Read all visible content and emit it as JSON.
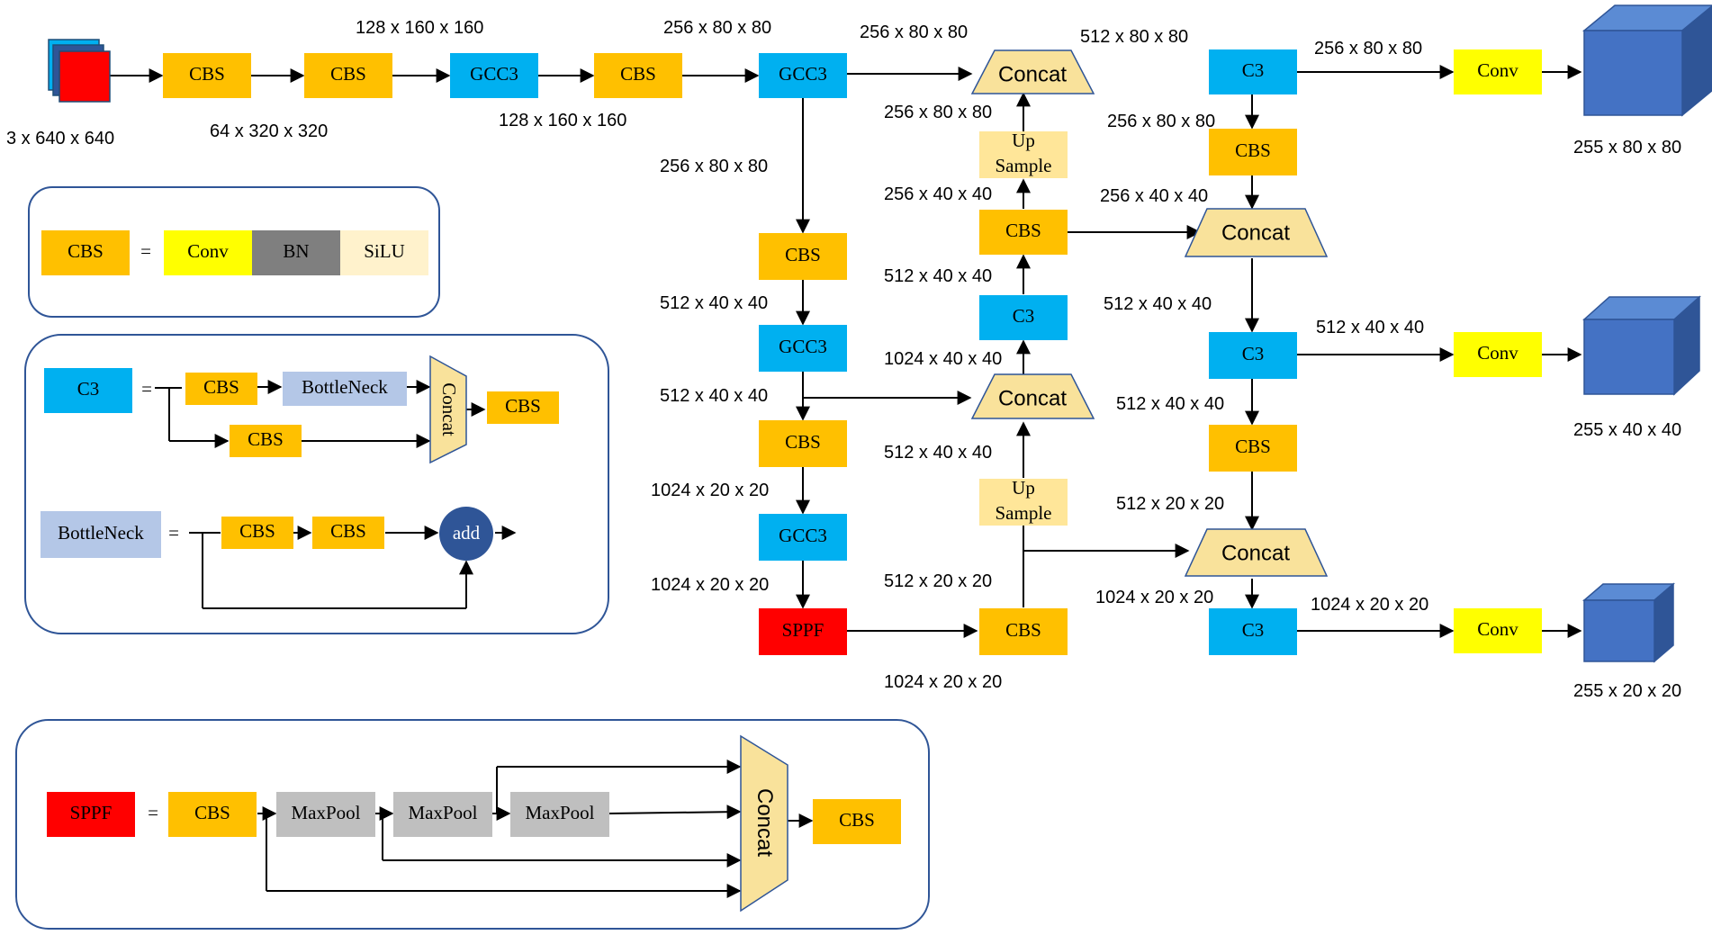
{
  "colors": {
    "cbs": "#FFC000",
    "c3": "#00B0F0",
    "gcc3": "#00B0F0",
    "conv": "#FFFF00",
    "bn": "#7F7F7F",
    "silu": "#FFF2CC",
    "sppf": "#FF0000",
    "upsample": "#FFE699",
    "concat": "#F9E29B",
    "bottleneck": "#B4C7E7",
    "maxpool": "#BFBFBF",
    "add": "#2F5597",
    "cube": "#4472C4",
    "panel_border": "#2F5597"
  },
  "blocks": [
    {
      "id": "cbs1",
      "label": "CBS"
    },
    {
      "id": "cbs2",
      "label": "CBS"
    },
    {
      "id": "gcc3_1",
      "label": "GCC3"
    },
    {
      "id": "cbs3",
      "label": "CBS"
    },
    {
      "id": "gcc3_2",
      "label": "GCC3"
    },
    {
      "id": "cbs4",
      "label": "CBS"
    },
    {
      "id": "gcc3_3",
      "label": "GCC3"
    },
    {
      "id": "cbs5",
      "label": "CBS"
    },
    {
      "id": "gcc3_4",
      "label": "GCC3"
    },
    {
      "id": "sppf_main",
      "label": "SPPF"
    },
    {
      "id": "up1",
      "label": "Up\nSample"
    },
    {
      "id": "cbs_n1",
      "label": "CBS"
    },
    {
      "id": "c3_n1",
      "label": "C3"
    },
    {
      "id": "up2",
      "label": "Up\nSample"
    },
    {
      "id": "cbs_n2",
      "label": "CBS"
    },
    {
      "id": "c3_h1",
      "label": "C3"
    },
    {
      "id": "cbs_h1",
      "label": "CBS"
    },
    {
      "id": "c3_h2",
      "label": "C3"
    },
    {
      "id": "cbs_h2",
      "label": "CBS"
    },
    {
      "id": "c3_h3",
      "label": "C3"
    },
    {
      "id": "conv1",
      "label": "Conv"
    },
    {
      "id": "conv2",
      "label": "Conv"
    },
    {
      "id": "conv3",
      "label": "Conv"
    }
  ],
  "concats": [
    {
      "id": "concat1",
      "label": "Concat"
    },
    {
      "id": "concat2",
      "label": "Concat"
    },
    {
      "id": "concat3",
      "label": "Concat"
    },
    {
      "id": "concat4",
      "label": "Concat"
    }
  ],
  "dims": [
    "3 x 640 x 640",
    "128 x 160 x 160",
    "64 x 320 x 320",
    "128 x 160 x 160",
    "256 x 80 x 80",
    "256 x 80 x 80",
    "256 x 80 x 80",
    "512 x 40 x 40",
    "512 x 40 x 40",
    "1024 x 20 x 20",
    "1024 x 20 x 20",
    "256 x 80 x 80",
    "256 x 40 x 40",
    "512 x 40 x 40",
    "1024 x 40 x 40",
    "512 x 40 x 40",
    "512 x 20 x 20",
    "1024 x 20 x 20",
    "512 x 80 x 80",
    "256 x 80 x 80",
    "256 x 40 x 40",
    "512 x 40 x 40",
    "512 x 40 x 40",
    "512 x 20 x 20",
    "1024 x 20 x 20",
    "256 x 80 x 80",
    "512 x 40 x 40",
    "1024 x 20 x 20",
    "255 x 80 x 80",
    "255 x 40 x 40",
    "255 x 20 x 20"
  ],
  "legend_cbs": {
    "cbs": "CBS",
    "equals": "=",
    "conv": "Conv",
    "bn": "BN",
    "silu": "SiLU"
  },
  "legend_c3": {
    "c3": "C3",
    "equals": "=",
    "cbs_a": "CBS",
    "bottleneck": "BottleNeck",
    "cbs_b": "CBS",
    "concat": "Concat",
    "cbs_out": "CBS",
    "bn_name": "BottleNeck",
    "equals2": "=",
    "bn_cbs1": "CBS",
    "bn_cbs2": "CBS",
    "add": "add"
  },
  "legend_sppf": {
    "sppf": "SPPF",
    "equals": "=",
    "cbs_in": "CBS",
    "maxpool1": "MaxPool",
    "maxpool2": "MaxPool",
    "maxpool3": "MaxPool",
    "concat": "Concat",
    "cbs_out": "CBS"
  }
}
